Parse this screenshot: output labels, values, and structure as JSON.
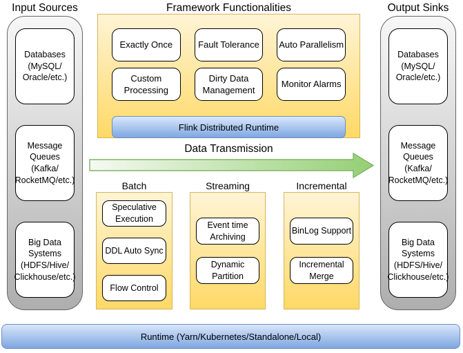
{
  "input_sources": {
    "title": "Input Sources",
    "items": [
      "Databases\n(MySQL/\nOracle/etc.)",
      "Message\nQueues\n(Kafka/\nRocketMQ/etc.)",
      "Big Data\nSystems\n(HDFS/Hive/\nClickhouse/etc.)"
    ]
  },
  "output_sinks": {
    "title": "Output Sinks",
    "items": [
      "Databases\n(MySQL/\nOracle/etc.)",
      "Message\nQueues\n(Kafka/\nRocketMQ/etc.)",
      "Big Data\nSystems\n(HDFS/Hive/\nClickhouse/etc.)"
    ]
  },
  "framework": {
    "title": "Framework Functionalities",
    "features": [
      "Exactly Once",
      "Fault Tolerance",
      "Auto Parallelism",
      "Custom\nProcessing",
      "Dirty Data\nManagement",
      "Monitor Alarms"
    ],
    "runtime_bar": "Flink Distributed Runtime"
  },
  "transmission": {
    "label": "Data Transmission"
  },
  "modes": [
    {
      "name": "Batch",
      "items": [
        "Speculative\nExecution",
        "DDL Auto Sync",
        "Flow Control"
      ]
    },
    {
      "name": "Streaming",
      "items": [
        "Event time\nArchiving",
        "Dynamic Partition"
      ]
    },
    {
      "name": "Incremental",
      "items": [
        "BinLog Support",
        "Incremental\nMerge"
      ]
    }
  ],
  "runtime_bar": "Runtime (Yarn/Kubernetes/Standalone/Local)",
  "colors": {
    "yellow_top": "#fff4d6",
    "yellow_bottom": "#ffd966",
    "yellow_border": "#d6b656",
    "gray_top": "#f7f7f7",
    "gray_bottom": "#aeaeae",
    "gray_border": "#666666",
    "blue_top": "#dae8fc",
    "blue_bottom": "#7ea6e0",
    "blue_border": "#6c8ebf",
    "green_light": "#f5faf2",
    "green_dark": "#94cf74",
    "green_border": "#82b366",
    "text": "#000000"
  }
}
